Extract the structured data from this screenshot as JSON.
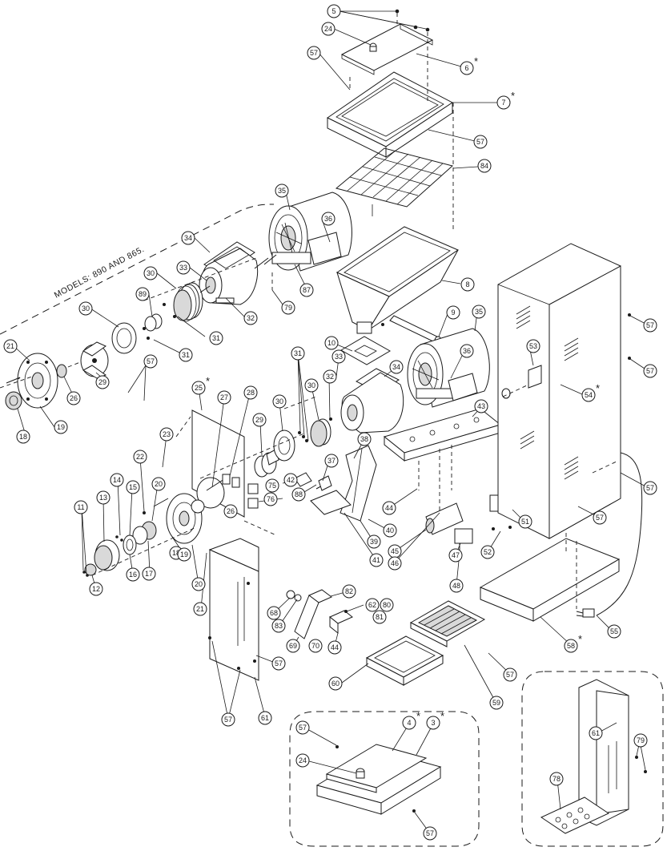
{
  "models_label": "MODELS: 890 AND 865.",
  "callouts": {
    "n5": "5",
    "n24": "24",
    "n57": "57",
    "n6": "6",
    "n7": "7",
    "n84": "84",
    "n35": "35",
    "n36": "36",
    "n34": "34",
    "n33": "33",
    "n30": "30",
    "n89": "89",
    "n87": "87",
    "n32": "32",
    "n79": "79",
    "n8": "8",
    "n31": "31",
    "n9": "9",
    "n21": "21",
    "n26": "26",
    "n29": "29",
    "n18": "18",
    "n19": "19",
    "n25": "25",
    "n27": "27",
    "n28": "28",
    "n10": "10",
    "n53": "53",
    "n54": "54",
    "n23": "23",
    "n22": "22",
    "n20": "20",
    "n14": "14",
    "n15": "15",
    "n13": "13",
    "n11": "11",
    "n12": "12",
    "n16": "16",
    "n17": "17",
    "n75": "75",
    "n76": "76",
    "n42": "42",
    "n88": "88",
    "n37": "37",
    "n38": "38",
    "n43": "43",
    "n44": "44",
    "n40": "40",
    "n39": "39",
    "n41": "41",
    "n45": "45",
    "n46": "46",
    "n47": "47",
    "n48": "48",
    "n51": "51",
    "n52": "52",
    "n68": "68",
    "n83": "83",
    "n82": "82",
    "n62": "62",
    "n80": "80",
    "n81": "81",
    "n69": "69",
    "n70": "70",
    "n60": "60",
    "n59": "59",
    "n58": "58",
    "n55": "55",
    "n61": "61",
    "n4": "4",
    "n3": "3",
    "n78": "78"
  },
  "replacement_mark": "*"
}
